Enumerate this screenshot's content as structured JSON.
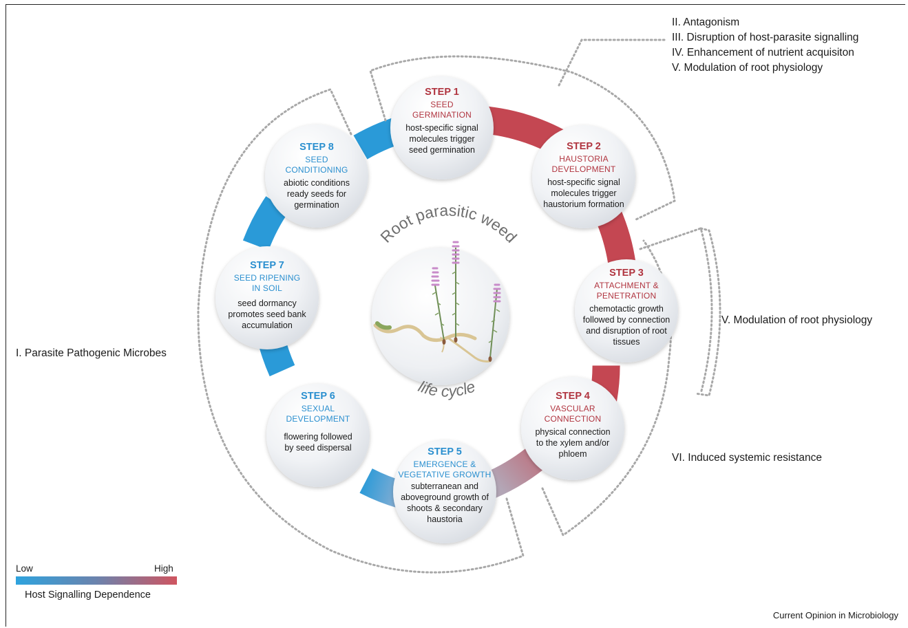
{
  "center": {
    "title": "Root parasitic weed",
    "subtitle": "life cycle"
  },
  "steps": [
    {
      "title": "STEP 1",
      "subtitle": "SEED\nGERMINATION",
      "desc": "host-specific signal molecules trigger seed germination",
      "group": "high"
    },
    {
      "title": "STEP 2",
      "subtitle": "HAUSTORIA\nDEVELOPMENT",
      "desc": "host-specific signal molecules trigger haustorium formation",
      "group": "high"
    },
    {
      "title": "STEP 3",
      "subtitle": "ATTACHMENT &\nPENETRATION",
      "desc": "chemotactic growth followed by connection and disruption of root tissues",
      "group": "high"
    },
    {
      "title": "STEP 4",
      "subtitle": "VASCULAR\nCONNECTION",
      "desc": "physical connection to the xylem and/or phloem",
      "group": "high"
    },
    {
      "title": "STEP 5",
      "subtitle": "EMERGENCE &\nVEGETATIVE GROWTH",
      "desc": "subterranean and aboveground growth of shoots & secondary haustoria",
      "group": "low"
    },
    {
      "title": "STEP 6",
      "subtitle": "SEXUAL\nDEVELOPMENT",
      "desc": "flowering followed by seed dispersal",
      "group": "low"
    },
    {
      "title": "STEP 7",
      "subtitle": "SEED RIPENING\nIN SOIL",
      "desc": "seed dormancy promotes seed bank accumulation",
      "group": "low"
    },
    {
      "title": "STEP 8",
      "subtitle": "SEED\nCONDITIONING",
      "desc": "abiotic conditions ready seeds for germination",
      "group": "low"
    }
  ],
  "interventions": {
    "top_right": [
      "II. Antagonism",
      "III. Disruption of host-parasite signalling",
      "IV. Enhancement of nutrient acquisiton",
      "V. Modulation of root physiology"
    ],
    "right_mid": "V. Modulation of root physiology",
    "right_low": "VI. Induced systemic resistance",
    "left": "I. Parasite Pathogenic Microbes"
  },
  "legend": {
    "low": "Low",
    "high": "High",
    "title": "Host Signalling Dependence"
  },
  "footer": "Current Opinion in Microbiology",
  "colors": {
    "high": "#c44752",
    "low": "#2a9ad8",
    "high_text": "#b0343f",
    "low_text": "#2a8fcf",
    "dotted": "#a8a8a8"
  }
}
